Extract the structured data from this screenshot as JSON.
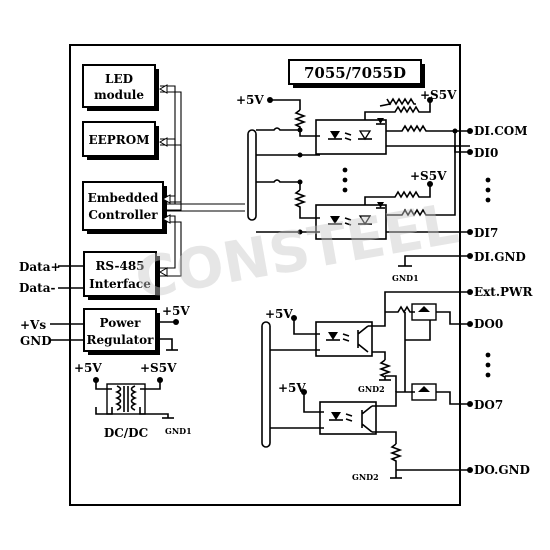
{
  "title": "7055/7055D",
  "watermark": "CONSTEEL",
  "blocks": {
    "led": [
      "LED",
      "module"
    ],
    "eeprom": "EEPROM",
    "controller": [
      "Embedded",
      "Controller"
    ],
    "rs485": [
      "RS-485",
      "Interface"
    ],
    "power": [
      "Power",
      "Regulator"
    ]
  },
  "pins": {
    "data_plus": "Data+",
    "data_minus": "Data-",
    "vs": "+Vs",
    "gnd": "GND",
    "di_com": "DI.COM",
    "di0": "DI0",
    "di7": "DI7",
    "di_gnd": "DI.GND",
    "ext_pwr": "Ext.PWR",
    "do0": "DO0",
    "do7": "DO7",
    "do_gnd": "DO.GND"
  },
  "rails": {
    "p5v": "+5V",
    "ps5v": "+S5V",
    "gnd1": "GND1",
    "gnd2": "GND2"
  },
  "dcdc": "DC/DC"
}
